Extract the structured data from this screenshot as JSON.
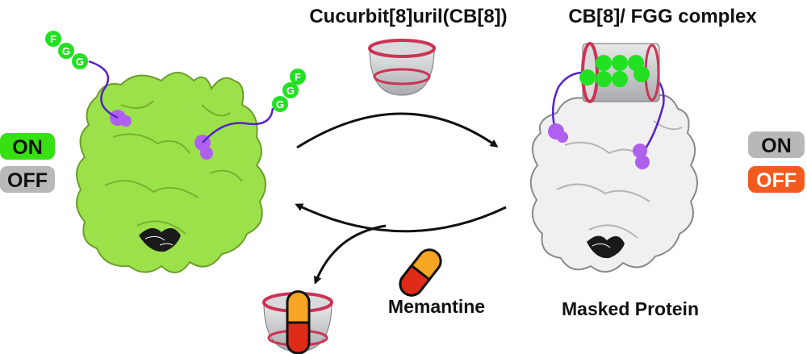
{
  "labels": {
    "host": "Cucurbit[8]uril(CB[8])",
    "complex": "CB[8]/ FGG complex",
    "guest": "Memantine",
    "product": "Masked Protein"
  },
  "left_state": {
    "on": "ON",
    "off": "OFF"
  },
  "right_state": {
    "on": "ON",
    "off": "OFF"
  },
  "tag_left": [
    "F",
    "G",
    "G"
  ],
  "tag_right": [
    "G",
    "G",
    "F"
  ],
  "colors": {
    "active_protein": "#9be24a",
    "masked_protein": "#f0f0f0",
    "peptide_bead": "#22e022",
    "linker": "#5522cc",
    "attachment": "#b060ee",
    "cb8_rim": "#cc3355",
    "cb8_body": "#c9cbce",
    "badge_on_active": "#36e013",
    "badge_off_active": "#f25a1e",
    "badge_inactive": "#b8b8b8",
    "memantine_orange": "#f6a623",
    "memantine_red": "#e02b18"
  },
  "icons": [
    "curved-arrow-icon",
    "capsule-icon",
    "barrel-icon"
  ]
}
